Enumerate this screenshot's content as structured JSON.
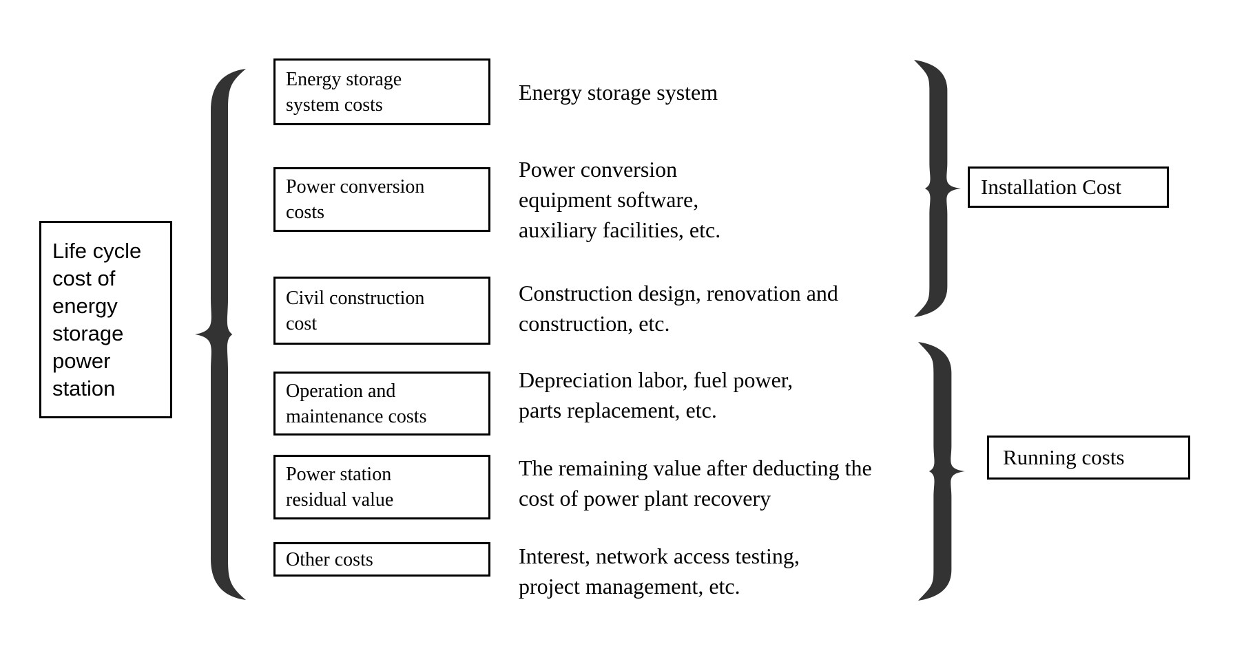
{
  "diagram": {
    "root": {
      "label": "Life cycle cost of energy storage power station"
    },
    "items": [
      {
        "box": "Energy storage system costs",
        "desc": "Energy storage system"
      },
      {
        "box": "Power conversion costs",
        "desc": "Power conversion equipment software, auxiliary facilities, etc."
      },
      {
        "box": "Civil construction cost",
        "desc": "Construction design, renovation and construction, etc."
      },
      {
        "box": "Operation and maintenance costs",
        "desc": "Depreciation labor, fuel power, parts replacement, etc."
      },
      {
        "box": "Power station residual value",
        "desc": "The remaining value after deducting the cost of power plant recovery"
      },
      {
        "box": "Other costs",
        "desc": "Interest, network access testing, project management, etc."
      }
    ],
    "groups": [
      {
        "label": "Installation Cost"
      },
      {
        "label": "Running costs"
      }
    ],
    "colors": {
      "brace": "#333333",
      "border": "#000000",
      "text": "#000000",
      "background": "#ffffff"
    }
  }
}
